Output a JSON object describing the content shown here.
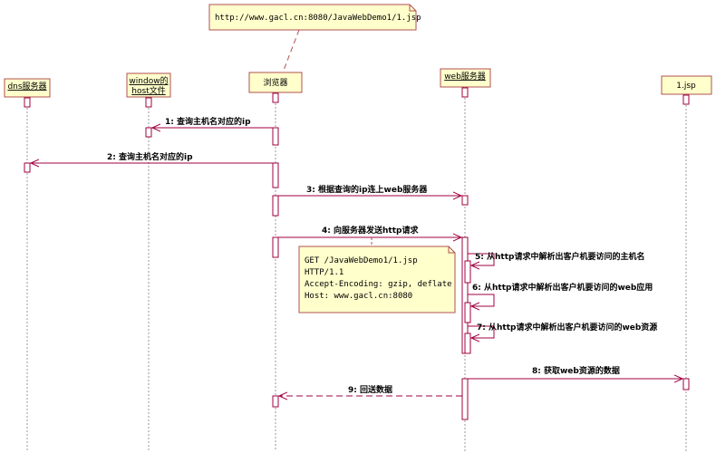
{
  "colors": {
    "note_fill": "#ffffcc",
    "note_border": "#b05050",
    "actor_fill": "#ffffcc",
    "lifeline": "#999999",
    "activation_fill": "#ffffff",
    "message": "#a00040"
  },
  "top_note": "http://www.gacl.cn:8080/JavaWebDemo1/1.jsp",
  "participants": [
    {
      "id": "dns",
      "lines": [
        "dns服务器"
      ],
      "underline": true
    },
    {
      "id": "host",
      "lines": [
        "window的",
        "host文件"
      ],
      "underline": true
    },
    {
      "id": "browser",
      "lines": [
        "浏览器"
      ],
      "underline": false
    },
    {
      "id": "web",
      "lines": [
        "web服务器"
      ],
      "underline": true
    },
    {
      "id": "jsp",
      "lines": [
        "1.jsp"
      ],
      "underline": false
    }
  ],
  "messages": [
    {
      "label": "1: 查询主机名对应的ip"
    },
    {
      "label": "2: 查询主机名对应的ip"
    },
    {
      "label": "3: 根据查询的ip连上web服务器"
    },
    {
      "label": "4: 向服务器发送http请求"
    },
    {
      "label": "5: 从http请求中解析出客户机要访问的主机名"
    },
    {
      "label": "6: 从http请求中解析出客户机要访问的web应用"
    },
    {
      "label": "7: 从http请求中解析出客户机要访问的web资源"
    },
    {
      "label": "8: 获取web资源的数据"
    },
    {
      "label": "9: 回送数据"
    }
  ],
  "request_note": [
    "GET /JavaWebDemo1/1.jsp",
    "HTTP/1.1",
    "Accept-Encoding: gzip, deflate",
    "Host: www.gacl.cn:8080"
  ]
}
